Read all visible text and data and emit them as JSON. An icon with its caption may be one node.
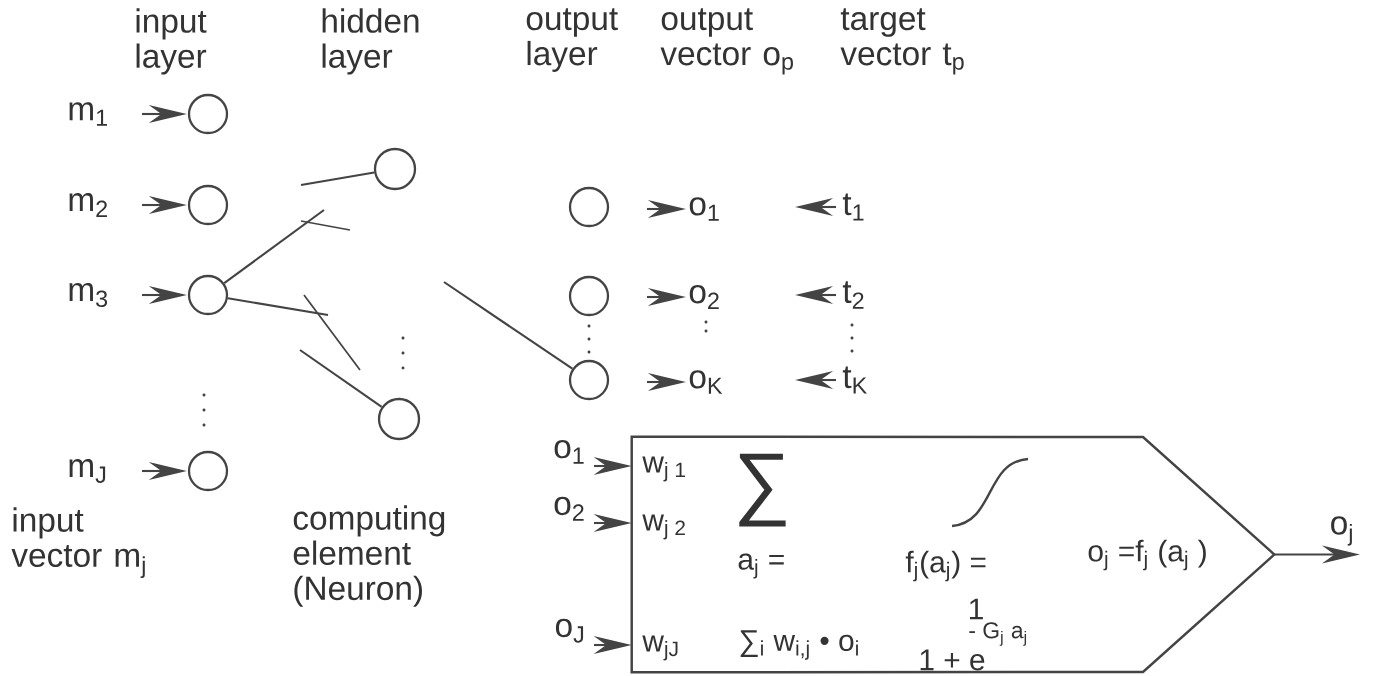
{
  "diagram": {
    "nodes": [
      {
        "text": [],
        "shape": "circle"
      },
      {
        "text": [],
        "shape": "circle"
      },
      {
        "text": [],
        "shape": "circle"
      },
      {
        "text": [],
        "shape": "circle"
      },
      {
        "text": [],
        "shape": "circle"
      },
      {
        "text": [],
        "shape": "circle"
      },
      {
        "text": [],
        "shape": "circle"
      },
      {
        "text": [],
        "shape": "circle"
      },
      {
        "text": [],
        "shape": "circle"
      },
      {
        "text": [
          "o$_{1}$"
        ]
      },
      {
        "text": [
          "o$_{2}$"
        ]
      },
      {
        "text": [
          "o$_{K}$"
        ]
      },
      {
        "text": [
          "t$_{1}$"
        ]
      },
      {
        "text": [
          "t$_{2}$"
        ]
      },
      {
        "text": [
          "t$_{K}$"
        ]
      },
      {
        "text": [
          "w$_{j 1}$",
          "w$_{j 2}$",
          "w$_{jJ}$",
          "∑",
          "a$_{j}$ =",
          "∑$_{i}$ w$_{i,j}$ • o$_{i}$",
          "f$_{j}$(a$_{j}$) =",
          "1",
          "1 + e",
          "- G$_{j}$ a$_{j}$",
          "o$_{j}$ =f$_{j}$ (a$_{j}$ )"
        ]
      },
      {
        "text": [
          "o$_{1}$"
        ]
      },
      {
        "text": [
          "o$_{2}$"
        ]
      },
      {
        "text": [
          "o$_{J}$"
        ]
      }
    ],
    "edges": [
      {
        "from": null,
        "to": 0,
        "arrow": "to"
      },
      {
        "from": null,
        "to": 1,
        "arrow": "to"
      },
      {
        "from": null,
        "to": 2,
        "arrow": "to"
      },
      {
        "from": null,
        "to": 3,
        "arrow": "to"
      },
      {
        "from": 2,
        "to": null,
        "arrow": "none"
      },
      {
        "from": 2,
        "to": null,
        "arrow": "none"
      },
      {
        "from": null,
        "to": 4,
        "arrow": "none"
      },
      {
        "from": null,
        "to": 5,
        "arrow": "none"
      },
      {
        "from": null,
        "to": 8,
        "arrow": "none"
      },
      {
        "from": null,
        "to": 9,
        "arrow": "to"
      },
      {
        "from": null,
        "to": 10,
        "arrow": "to"
      },
      {
        "from": null,
        "to": 11,
        "arrow": "to"
      },
      {
        "from": 12,
        "to": null,
        "arrow": "to"
      },
      {
        "from": 13,
        "to": null,
        "arrow": "to"
      },
      {
        "from": 14,
        "to": null,
        "arrow": "to"
      },
      {
        "from": 16,
        "to": 15,
        "arrow": "to"
      },
      {
        "from": 17,
        "to": 15,
        "arrow": "to"
      },
      {
        "from": 18,
        "to": 15,
        "arrow": "to"
      },
      {
        "from": 15,
        "to": null,
        "arrow": "to",
        "label": "o$_{j}$"
      }
    ],
    "labels": [
      "input layer",
      "hidden layer",
      "output layer",
      "output vector o$_{p}$",
      "target vector t$_{p}$",
      "m$_{1}$",
      "m$_{2}$",
      "m$_{3}$",
      "m$_{J}$",
      "input vector m$_{j}$",
      "computing element (Neuron)"
    ]
  }
}
